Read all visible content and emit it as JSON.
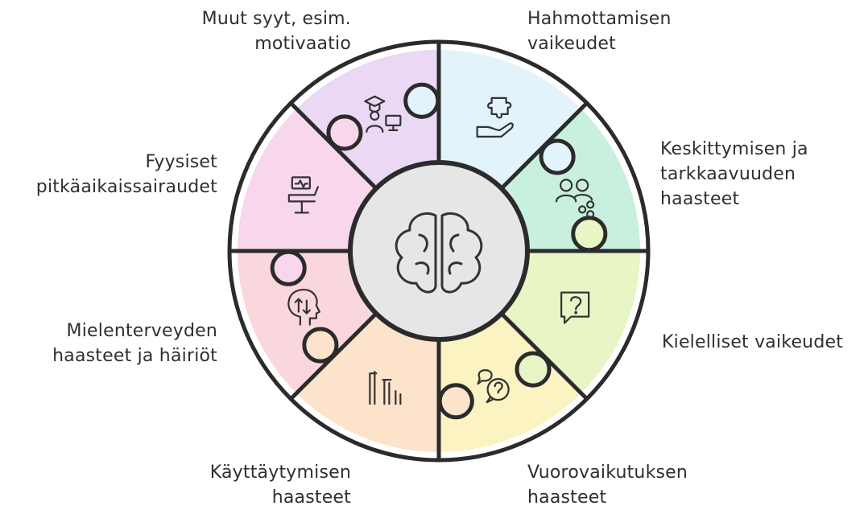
{
  "segments": [
    {
      "id": "hahmottaminen",
      "lines": [
        "Hahmottamisen",
        "vaikeudet"
      ],
      "color": "#e2f3fb",
      "icon": "puzzle-hand-icon"
    },
    {
      "id": "keskittyminen",
      "lines": [
        "Keskittymisen ja",
        "tarkkaavuuden",
        "haasteet"
      ],
      "color": "#c9f0df",
      "icon": "people-connection-icon"
    },
    {
      "id": "kielelliset",
      "lines": [
        "Kielelliset vaikeudet"
      ],
      "color": "#e7f6c4",
      "icon": "question-bubble-icon"
    },
    {
      "id": "vuorovaikutus",
      "lines": [
        "Vuorovaikutuksen",
        "haasteet"
      ],
      "color": "#fbf3c2",
      "icon": "chat-question-icon"
    },
    {
      "id": "kayttaytyminen",
      "lines": [
        "Käyttäytymisen",
        "haasteet"
      ],
      "color": "#fde3cc",
      "icon": "bars-icon"
    },
    {
      "id": "mielenterveys",
      "lines": [
        "Mielenterveyden",
        "haasteet ja häiriöt"
      ],
      "color": "#fad7dc",
      "icon": "head-arrows-icon"
    },
    {
      "id": "fyysiset",
      "lines": [
        "Fyysiset",
        "pitkäaikaissairaudet"
      ],
      "color": "#f8d6ec",
      "icon": "medical-bed-icon"
    },
    {
      "id": "muut",
      "lines": [
        "Muut syyt, esim.",
        "motivaatio"
      ],
      "color": "#ead8f5",
      "icon": "graduate-computer-icon"
    }
  ],
  "center": {
    "icon": "brain-icon",
    "color": "#e6e6e6"
  }
}
